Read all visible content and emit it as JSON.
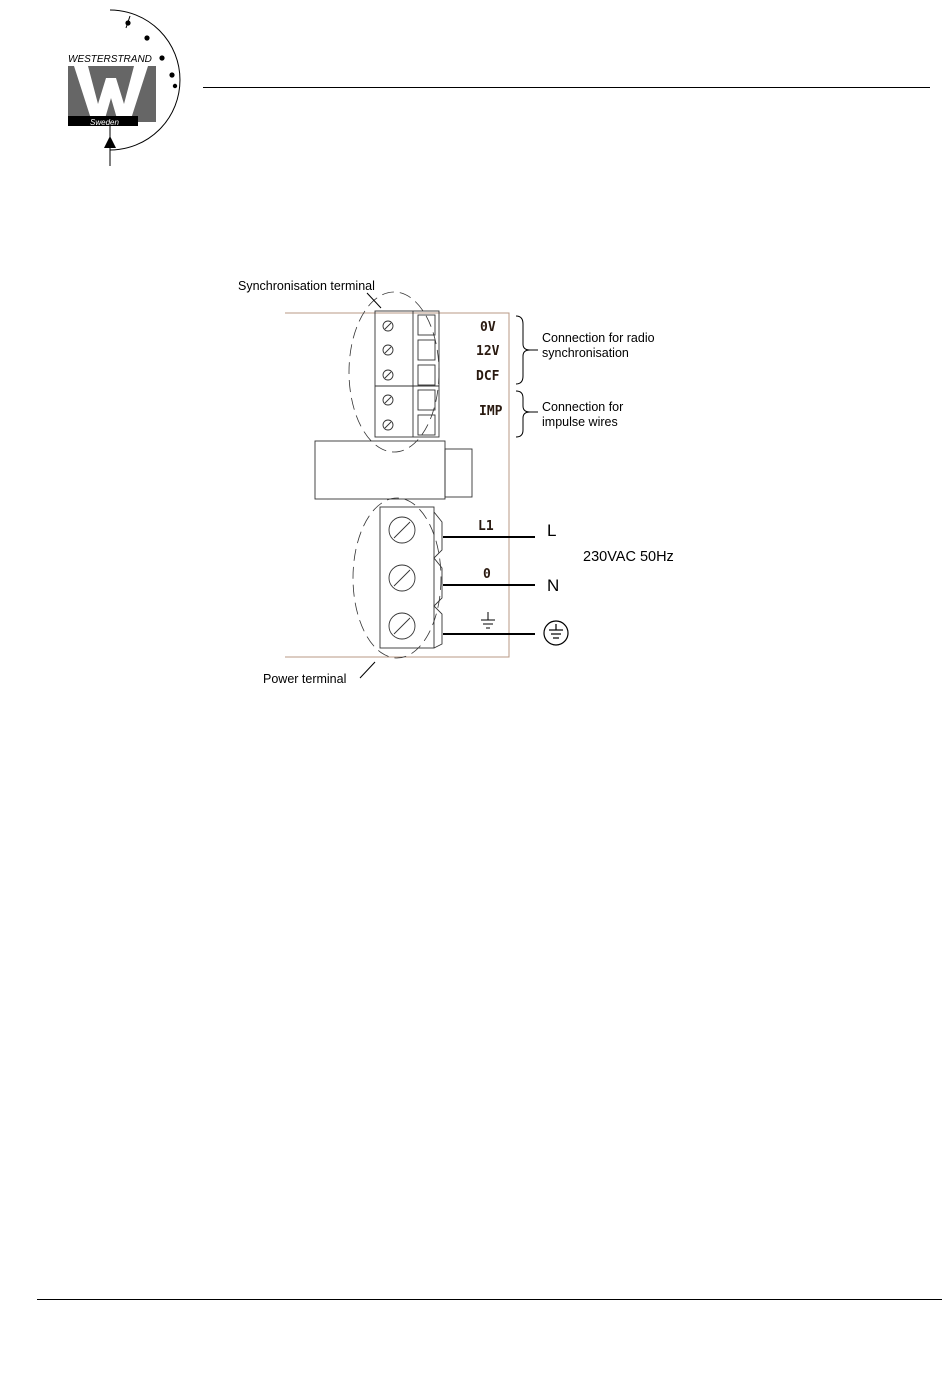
{
  "logo": {
    "brand": "WESTERSTRAND",
    "country": "Sweden"
  },
  "diagram": {
    "sync_terminal_label": "Synchronisation terminal",
    "power_terminal_label": "Power terminal",
    "terminal_0v": "0V",
    "terminal_12v": "12V",
    "terminal_dcf": "DCF",
    "terminal_imp": "IMP",
    "terminal_l1": "L1",
    "terminal_0": "0",
    "radio_line1": "Connection for radio",
    "radio_line2": "synchronisation",
    "impulse_line1": "Connection for",
    "impulse_line2": "impulse wires",
    "wire_l": "L",
    "wire_n": "N",
    "supply": "230VAC 50Hz"
  }
}
